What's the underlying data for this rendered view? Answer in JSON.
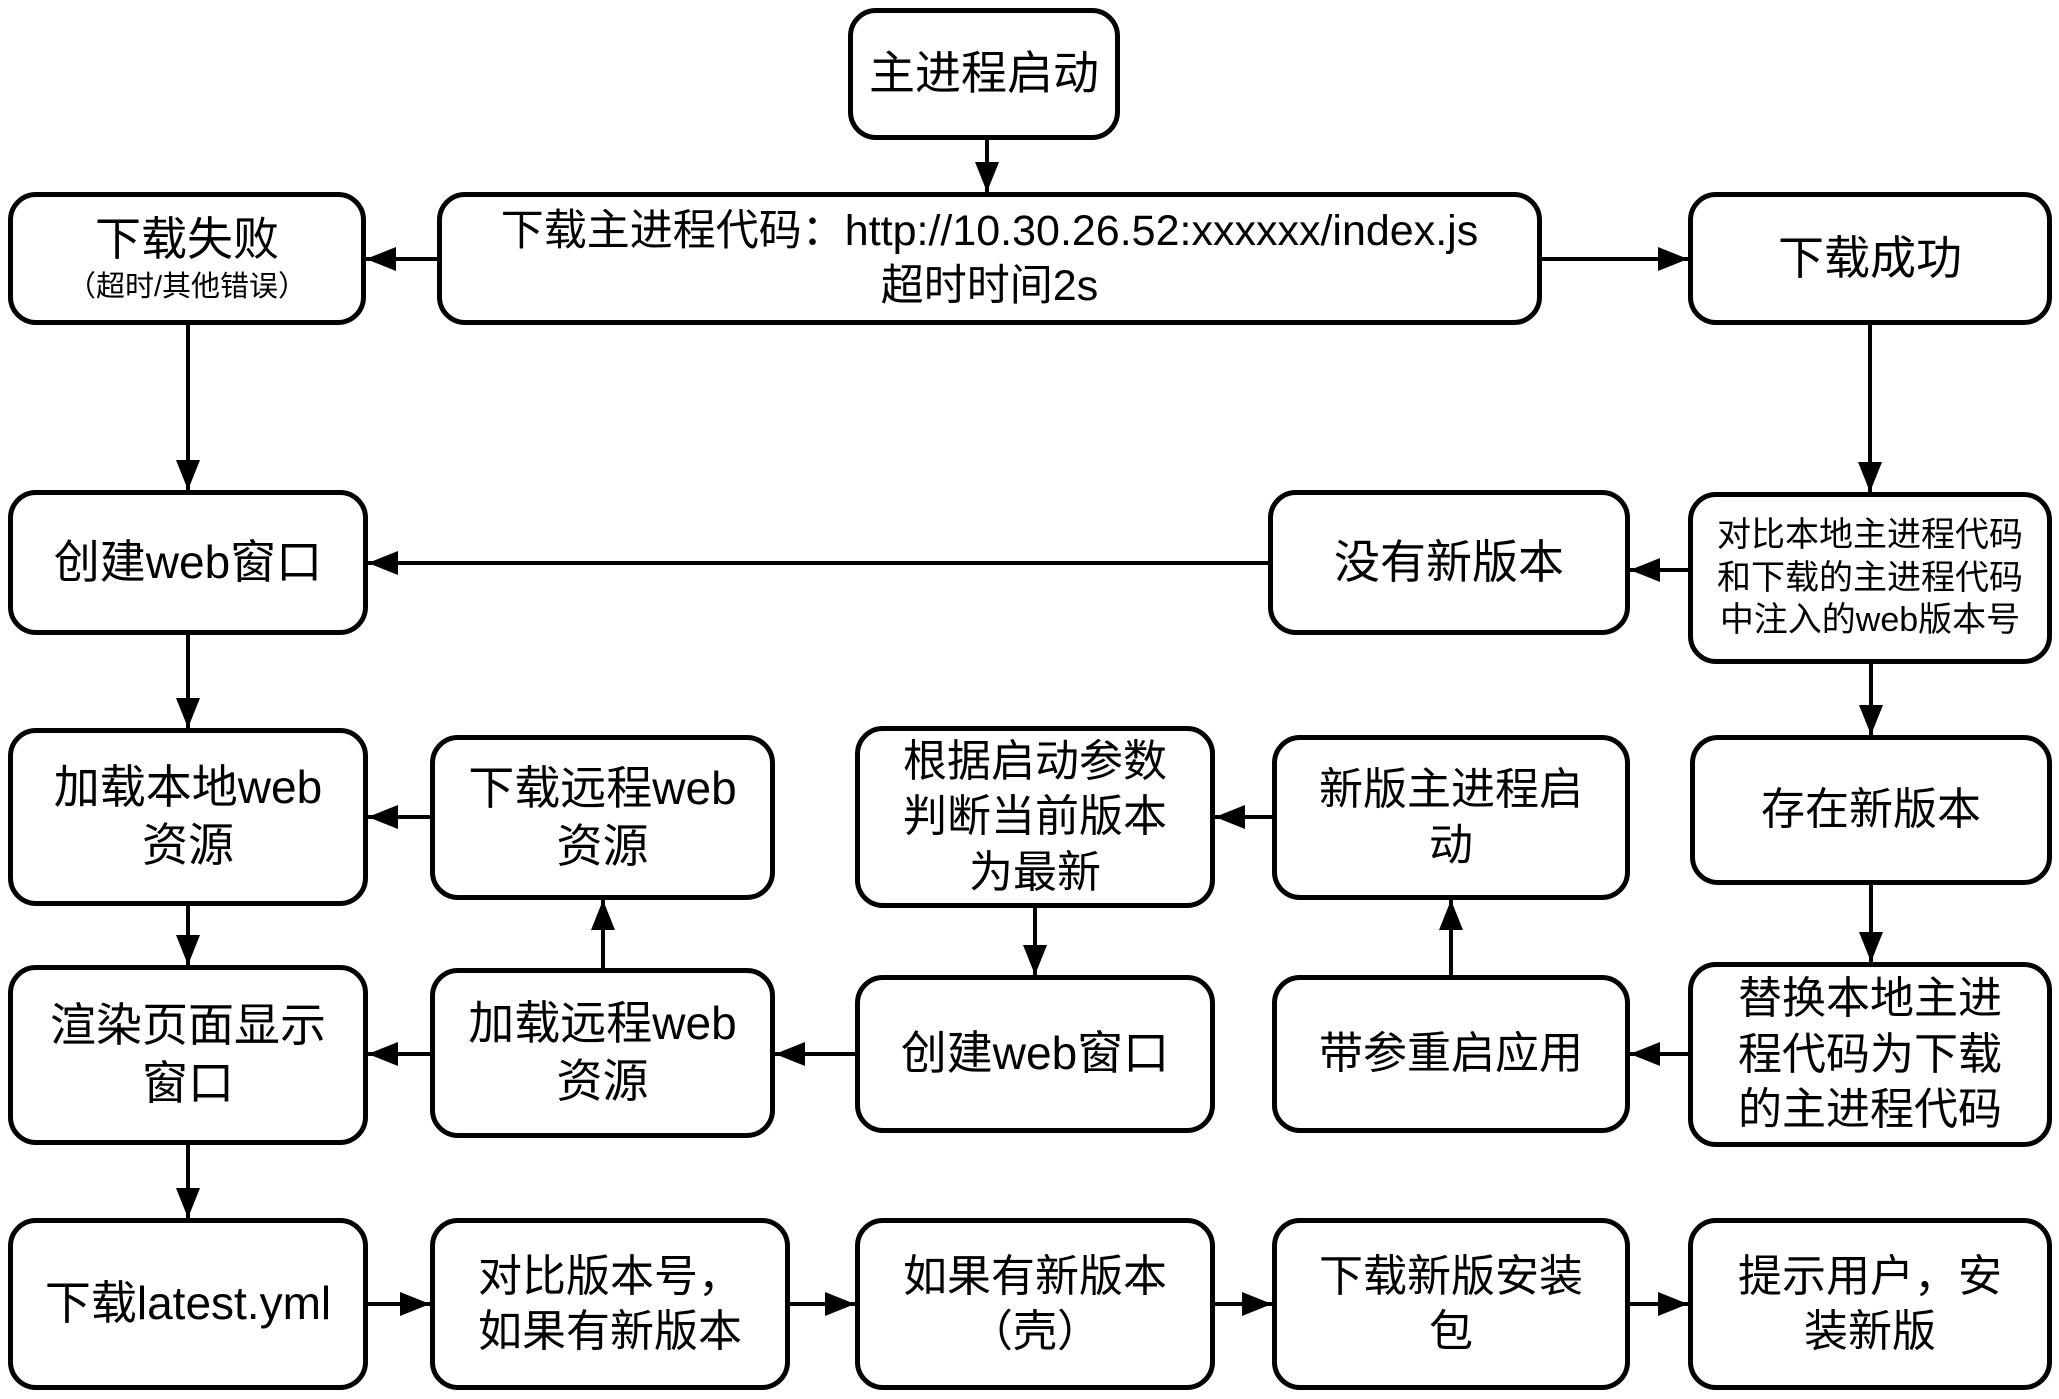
{
  "colors": {
    "stroke": "#000000",
    "background": "#ffffff"
  },
  "diagram": {
    "nodes": [
      {
        "id": "start",
        "lines": [
          "主进程启动"
        ]
      },
      {
        "id": "download_fail",
        "lines": [
          "下载失败",
          "（超时/其他错误）"
        ]
      },
      {
        "id": "download_code",
        "lines": [
          "下载主进程代码：http://10.30.26.52:xxxxxx/index.js",
          "超时时间2s"
        ]
      },
      {
        "id": "download_ok",
        "lines": [
          "下载成功"
        ]
      },
      {
        "id": "create_window_1",
        "lines": [
          "创建web窗口"
        ]
      },
      {
        "id": "no_new_version",
        "lines": [
          "没有新版本"
        ]
      },
      {
        "id": "compare_version",
        "lines": [
          "对比本地主进程代码",
          "和下载的主进程代码",
          "中注入的web版本号"
        ]
      },
      {
        "id": "load_local_web",
        "lines": [
          "加载本地web",
          "资源"
        ]
      },
      {
        "id": "download_remote_web",
        "lines": [
          "下载远程web",
          "资源"
        ]
      },
      {
        "id": "judge_latest",
        "lines": [
          "根据启动参数",
          "判断当前版本",
          "为最新"
        ]
      },
      {
        "id": "new_main_start",
        "lines": [
          "新版主进程启",
          "动"
        ]
      },
      {
        "id": "has_new_version",
        "lines": [
          "存在新版本"
        ]
      },
      {
        "id": "render_page",
        "lines": [
          "渲染页面显示",
          "窗口"
        ]
      },
      {
        "id": "load_remote_web",
        "lines": [
          "加载远程web",
          "资源"
        ]
      },
      {
        "id": "create_window_2",
        "lines": [
          "创建web窗口"
        ]
      },
      {
        "id": "restart_with_args",
        "lines": [
          "带参重启应用"
        ]
      },
      {
        "id": "replace_code",
        "lines": [
          "替换本地主进",
          "程代码为下载",
          "的主进程代码"
        ]
      },
      {
        "id": "download_latest_yml",
        "lines": [
          "下载latest.yml"
        ]
      },
      {
        "id": "compare_version_num",
        "lines": [
          "对比版本号，",
          "如果有新版本"
        ]
      },
      {
        "id": "if_new_shell",
        "lines": [
          "如果有新版本",
          "（壳）"
        ]
      },
      {
        "id": "download_installer",
        "lines": [
          "下载新版安装",
          "包"
        ]
      },
      {
        "id": "prompt_user",
        "lines": [
          "提示用户，安",
          "装新版"
        ]
      }
    ],
    "edges": [
      {
        "from": "start",
        "to": "download_code"
      },
      {
        "from": "download_code",
        "to": "download_fail"
      },
      {
        "from": "download_code",
        "to": "download_ok"
      },
      {
        "from": "download_fail",
        "to": "create_window_1"
      },
      {
        "from": "download_ok",
        "to": "compare_version"
      },
      {
        "from": "compare_version",
        "to": "no_new_version"
      },
      {
        "from": "no_new_version",
        "to": "create_window_1"
      },
      {
        "from": "create_window_1",
        "to": "load_local_web"
      },
      {
        "from": "download_remote_web",
        "to": "load_local_web"
      },
      {
        "from": "load_local_web",
        "to": "render_page"
      },
      {
        "from": "load_remote_web",
        "to": "download_remote_web"
      },
      {
        "from": "create_window_2",
        "to": "load_remote_web"
      },
      {
        "from": "load_remote_web",
        "to": "render_page"
      },
      {
        "from": "judge_latest",
        "to": "create_window_2"
      },
      {
        "from": "new_main_start",
        "to": "judge_latest"
      },
      {
        "from": "restart_with_args",
        "to": "new_main_start"
      },
      {
        "from": "replace_code",
        "to": "restart_with_args"
      },
      {
        "from": "compare_version",
        "to": "has_new_version"
      },
      {
        "from": "has_new_version",
        "to": "replace_code"
      },
      {
        "from": "render_page",
        "to": "download_latest_yml"
      },
      {
        "from": "download_latest_yml",
        "to": "compare_version_num"
      },
      {
        "from": "compare_version_num",
        "to": "if_new_shell"
      },
      {
        "from": "if_new_shell",
        "to": "download_installer"
      },
      {
        "from": "download_installer",
        "to": "prompt_user"
      }
    ]
  }
}
